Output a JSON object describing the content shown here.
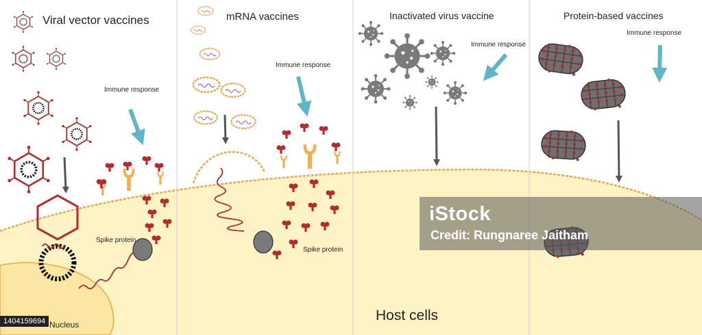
{
  "panels": [
    {
      "title": "Viral vector vaccines",
      "immune": "Immune response",
      "spike": "Spike protein",
      "nucleus": "Nucleus"
    },
    {
      "title": "mRNA vaccines",
      "immune": "Immune response",
      "spike": "Spike protein"
    },
    {
      "title": "Inactivated virus vaccine",
      "immune": "Immune response"
    },
    {
      "title": "Protein-based vaccines",
      "immune": "Immune response"
    }
  ],
  "host_label": "Host cells",
  "watermark": {
    "logo": "iStock",
    "credit": "Credit: Rungnaree Jaitham"
  },
  "image_id": "1404159694",
  "colors": {
    "cell": "#fdf3c4",
    "nucleus": "#fbe6a2",
    "membrane": "#f0a64a",
    "viral_red": "#b52a2a",
    "arrow_blue": "#5fb6c9",
    "arrow_gray": "#555555",
    "virus_gray": "#7a7a7a",
    "receptor": "#f4b04e"
  },
  "icons": [
    "viral-vector-icon",
    "mrna-capsule-icon",
    "inactivated-virus-icon",
    "protein-particle-icon",
    "spike-protein-icon",
    "ribosome-icon",
    "antibody-receptor-icon",
    "blocked-x-icon"
  ]
}
